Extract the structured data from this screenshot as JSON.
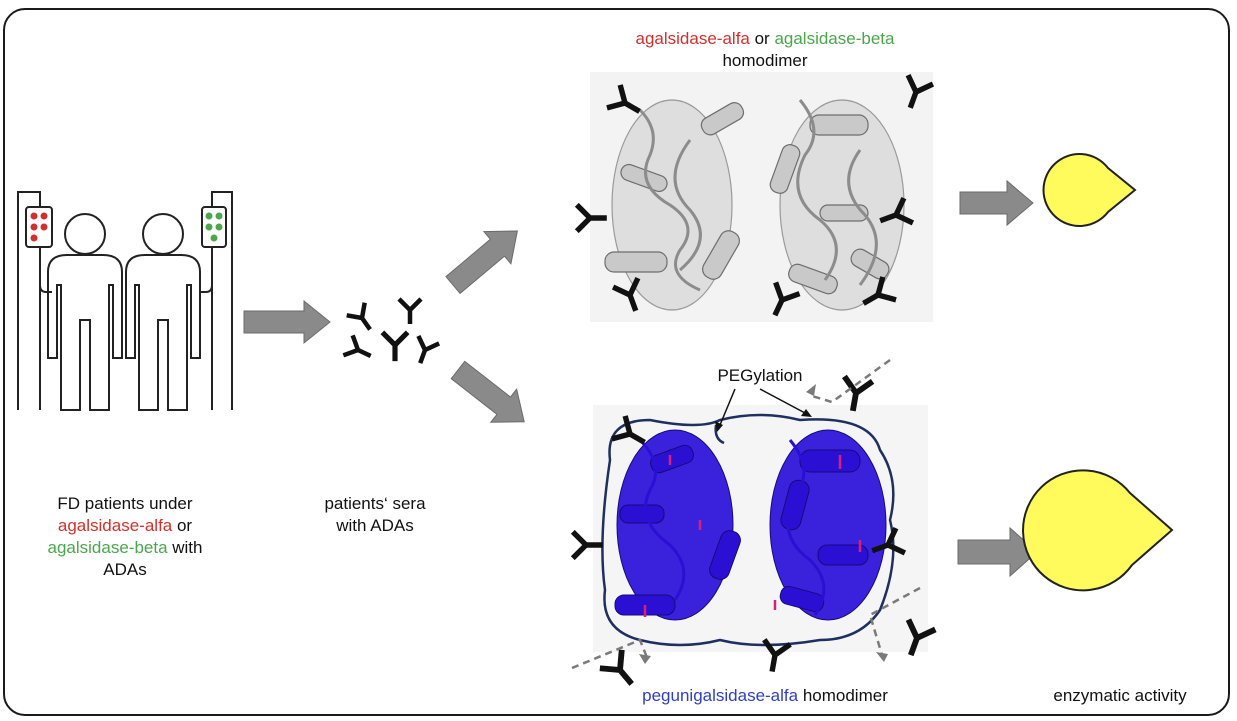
{
  "colors": {
    "alfa": "#d0312d",
    "beta": "#4ca64c",
    "peg": "#2f3fc4",
    "protein_blue": "#2b10d4",
    "protein_gray": "#c8c8c8",
    "pacman": "#fffb5c",
    "arrow": "#8a8a8a"
  },
  "patients": {
    "line1": "FD patients under",
    "alfa": "agalsidase-alfa",
    "or": " or",
    "beta": "agalsidase-beta",
    "with": " with",
    "line4": "ADAs"
  },
  "sera": {
    "line1": "patients‘ sera",
    "line2": "with ADAs"
  },
  "top": {
    "alfa": "agalsidase-alfa",
    "or": " or ",
    "beta": "agalsidase-beta",
    "line2": "homodimer"
  },
  "pegylation": "PEGylation",
  "bottom": {
    "peg": "pegunigalsidase-alfa",
    "rest": " homodimer"
  },
  "activity": "enzymatic activity",
  "icons": [
    "patients-icon",
    "antibody-icon",
    "protein-structure-icon",
    "pacman-icon",
    "arrow-icon"
  ]
}
